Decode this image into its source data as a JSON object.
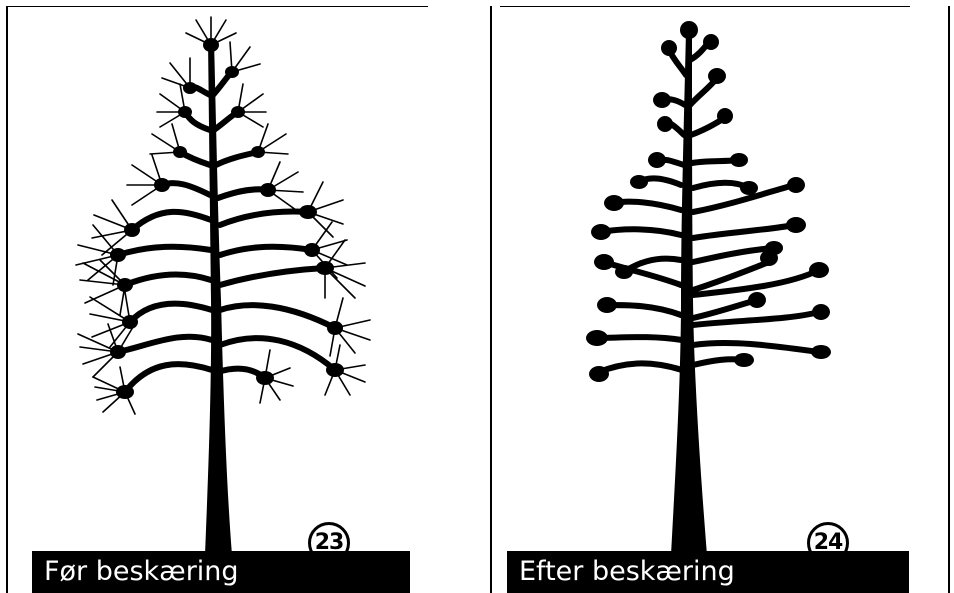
{
  "panels": [
    {
      "caption": "Før beskæring",
      "number": "23"
    },
    {
      "caption": "Efter beskæring",
      "number": "24"
    }
  ],
  "colors": {
    "ink": "#000000",
    "paper": "#ffffff"
  },
  "icons": {
    "left": "pine-tree-unpruned-illustration",
    "right": "pine-tree-pruned-illustration"
  }
}
